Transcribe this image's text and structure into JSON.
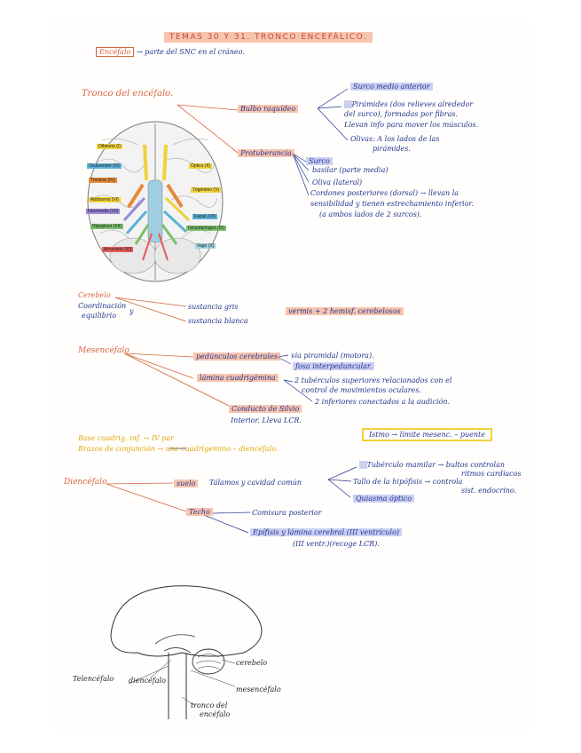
{
  "title": "TEMAS 30 Y 31. TRONCO ENCEFÁLICO.",
  "encefalo": {
    "label": "Encéfalo",
    "text": "→ parte del SNC en el cráneo."
  },
  "tronco": {
    "label": "Tronco del encéfalo.",
    "bulbo": {
      "label": "Bulbo raquídeo",
      "items": [
        "Surco medio anterior",
        "Pirámides (dos relieves alrededor",
        "del surco), formadas por fibras.",
        "Llevan info para mover los músculos.",
        "Olivas: A los lados de las",
        "pirámides."
      ]
    },
    "protuberancia": {
      "label": "Protuberancia",
      "items": [
        "Surco",
        "basilar (parte media)",
        "Oliva (lateral)",
        "Cordones posteriores (dorsal) → llevan la",
        "sensibilidad y tienen estrechamiento inferior.",
        "(a ambos lados de 2 surcos)."
      ]
    }
  },
  "brain_labels": {
    "left": [
      "Olfatorio (I)",
      "Oculomotor (III)",
      "Troclear (IV)",
      "Abducens (VI)",
      "Intermedio (VII)",
      "Hipogloso (XII)",
      "Accesorio (XI)"
    ],
    "right": [
      "Óptico (II)",
      "Trigémino (V)",
      "Facial (VII)",
      "Glosofaríngeo (IX)",
      "Vago (X)"
    ]
  },
  "cerebelo": {
    "label": "Cerebelo",
    "sub1": "Coordinación",
    "and": "y",
    "sub2": "equilibrio",
    "gris": "sustancia gris",
    "blanca": "sustancia blanca",
    "hemisf": "vermis + 2 hemisf. cerebelosos"
  },
  "mesencefalo": {
    "label": "Mesencéfalo",
    "pedunculos": "pedúnculos cerebrales",
    "ped_items": [
      "vía piramidal (motora).",
      "fosa interpeduncular."
    ],
    "lamina": "lámina cuadrigémina",
    "lam_items": [
      "2 tubérculos superiores relacionados con el",
      "control de movimientos oculares.",
      "2 inferiores conectados a la audición."
    ],
    "conducto": "Conducto de Silvio",
    "conducto_sub": "Interior. Lleva LCR.",
    "base1": "Base cuadrig. inf. → IV par",
    "base2": "Brazos de conjunción → une cuadrigemino – diencéfalo.",
    "istmo": "Istmo → límite mesenc. – puente"
  },
  "diencefalo": {
    "label": "Diencéfalo",
    "suelo": "suelo",
    "suelo_text": "Tálamos y cavidad común",
    "suelo_items": [
      "Tubérculo mamilar → bultos controlan",
      "ritmos cardíacos",
      "Tallo de la hipófisis → controla",
      "sist. endocrino.",
      "Quiasma óptico"
    ],
    "techo": "Techo",
    "techo_items": [
      "Comisura posterior",
      "Epífisis y lámina cerebral (III ventrículo)",
      "(III ventr.)(recoge LCR)."
    ]
  },
  "sagittal_labels": {
    "telencefalo": "Telencéfalo",
    "diencefalo": "diencéfalo",
    "cerebelo": "cerebelo",
    "mesencefalo": "mesencéfalo",
    "tronco": "tronco del",
    "tronco2": "encéfalo"
  },
  "colors": {
    "orange": "#d5643f",
    "blue": "#23348f",
    "yellow": "#e0a80c",
    "highlight_orange": "#f19670",
    "highlight_blue": "#a0aaeb"
  }
}
